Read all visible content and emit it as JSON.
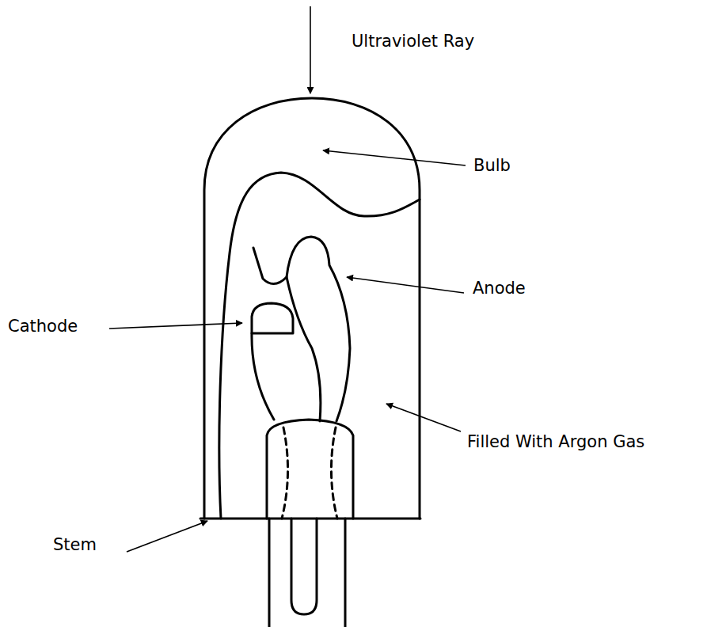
{
  "diagram": {
    "labels": [
      "Ultraviolet Ray",
      "Bulb",
      "Anode",
      "Cathode",
      "Filled With Argon Gas",
      "Stem"
    ]
  }
}
